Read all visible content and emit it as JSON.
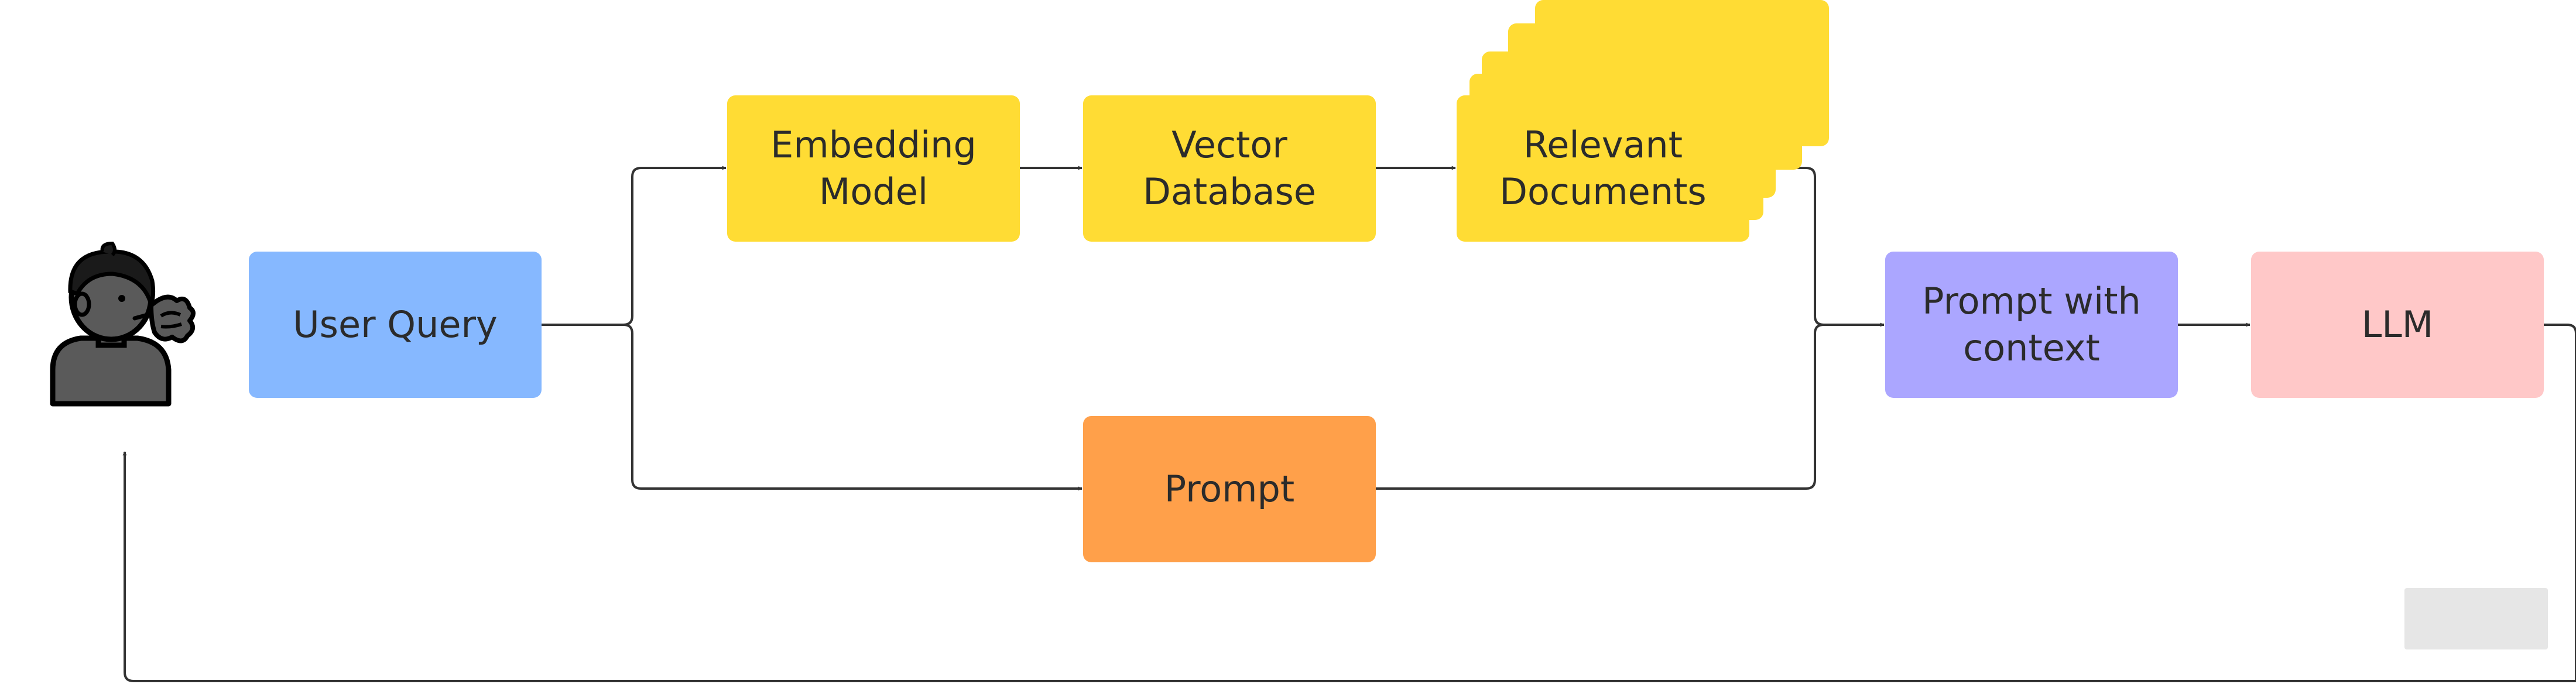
{
  "diagram": {
    "nodes": {
      "user_query": {
        "label": "User Query",
        "color": "#86b8ff"
      },
      "embedding_model": {
        "label": "Embedding\nModel",
        "color": "#ffdc34"
      },
      "vector_database": {
        "label": "Vector\nDatabase",
        "color": "#ffdc34"
      },
      "relevant_documents": {
        "label": "Relevant\nDocuments",
        "color": "#ffdc34"
      },
      "prompt": {
        "label": "Prompt",
        "color": "#ffa04a"
      },
      "prompt_with_context": {
        "label": "Prompt with\ncontext",
        "color": "#aba6ff"
      },
      "llm": {
        "label": "LLM",
        "color": "#ffc8c8"
      }
    },
    "user_icon": "person-speaking-icon",
    "line_color": "#333333",
    "placeholder_color": "#e6e6e6"
  }
}
